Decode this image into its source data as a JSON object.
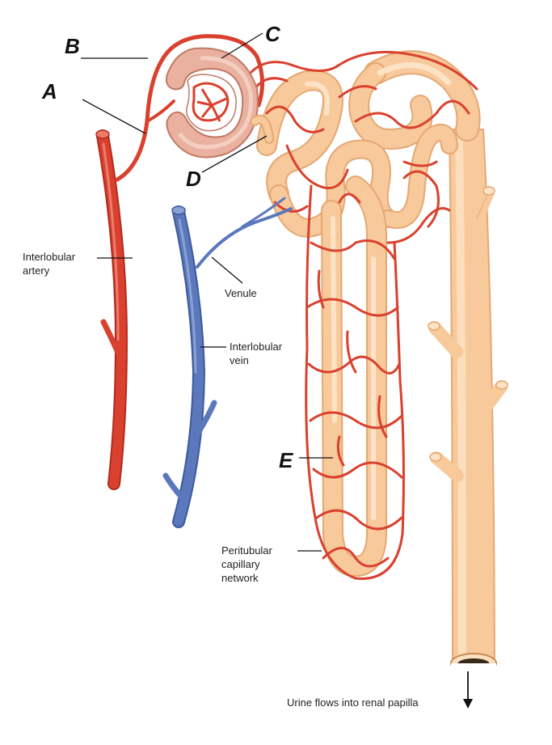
{
  "colors": {
    "artery": "#d9412e",
    "artery_dark": "#b32b1f",
    "vein": "#5b78bd",
    "vein_dark": "#3d5a9e",
    "tubule": "#f8c99a",
    "tubule_light": "#fde3c6",
    "tubule_edge": "#e4a874",
    "capillary": "#d9412e",
    "capsule": "#eab0a0"
  },
  "labels": {
    "a": "A",
    "b": "B",
    "c": "C",
    "d": "D",
    "e": "E",
    "interlobular_artery_1": "Interlobular",
    "interlobular_artery_2": "artery",
    "venule": "Venule",
    "interlobular_vein_1": "Interlobular",
    "interlobular_vein_2": "vein",
    "peritubular_1": "Peritubular",
    "peritubular_2": "capillary",
    "peritubular_3": "network",
    "urine_flow": "Urine flows into renal papilla"
  }
}
